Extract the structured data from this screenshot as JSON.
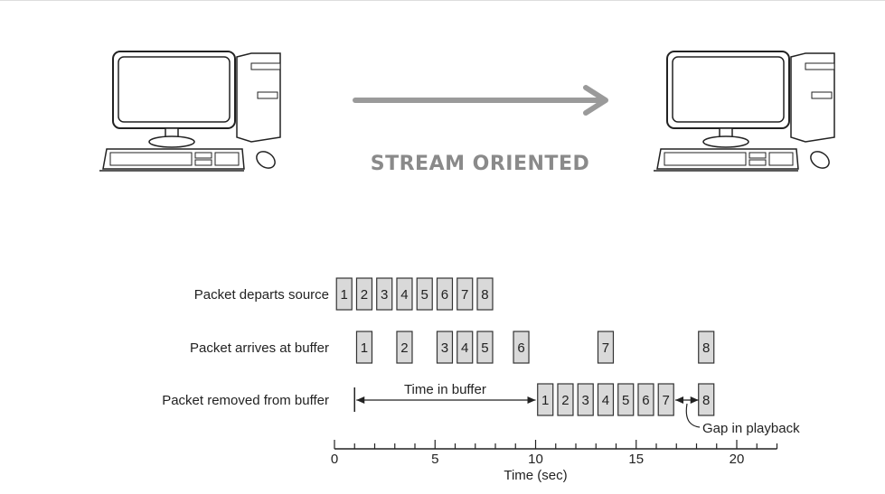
{
  "header": {
    "title": "STREAM ORIENTED",
    "arrow_color": "#9a9a9a"
  },
  "icons": {
    "sender": "desktop-computer-icon",
    "receiver": "desktop-computer-icon"
  },
  "diagram": {
    "rows": [
      {
        "label": "Packet departs source",
        "packets": [
          {
            "n": "1",
            "t": 0.1
          },
          {
            "n": "2",
            "t": 1.1
          },
          {
            "n": "3",
            "t": 2.1
          },
          {
            "n": "4",
            "t": 3.1
          },
          {
            "n": "5",
            "t": 4.1
          },
          {
            "n": "6",
            "t": 5.1
          },
          {
            "n": "7",
            "t": 6.1
          },
          {
            "n": "8",
            "t": 7.1
          }
        ]
      },
      {
        "label": "Packet arrives at buffer",
        "packets": [
          {
            "n": "1",
            "t": 1.1
          },
          {
            "n": "2",
            "t": 3.1
          },
          {
            "n": "3",
            "t": 5.1
          },
          {
            "n": "4",
            "t": 6.1
          },
          {
            "n": "5",
            "t": 7.1
          },
          {
            "n": "6",
            "t": 8.9
          },
          {
            "n": "7",
            "t": 13.1
          },
          {
            "n": "8",
            "t": 18.1
          }
        ]
      },
      {
        "label": "Packet removed from buffer",
        "packets": [
          {
            "n": "1",
            "t": 10.1
          },
          {
            "n": "2",
            "t": 11.1
          },
          {
            "n": "3",
            "t": 12.1
          },
          {
            "n": "4",
            "t": 13.1
          },
          {
            "n": "5",
            "t": 14.1
          },
          {
            "n": "6",
            "t": 15.1
          },
          {
            "n": "7",
            "t": 16.1
          },
          {
            "n": "8",
            "t": 18.1
          }
        ]
      }
    ],
    "time_in_buffer": {
      "label": "Time in buffer",
      "from": 1,
      "to": 10
    },
    "gap": {
      "label": "Gap in playback",
      "from": 16.9,
      "to": 18.1
    },
    "axis": {
      "label": "Time (sec)",
      "min": 0,
      "max": 22,
      "ticks": [
        "0",
        "5",
        "10",
        "15",
        "20"
      ],
      "tick_values": [
        0,
        5,
        10,
        15,
        20
      ]
    },
    "packet_fill": "#d9d9d9"
  }
}
